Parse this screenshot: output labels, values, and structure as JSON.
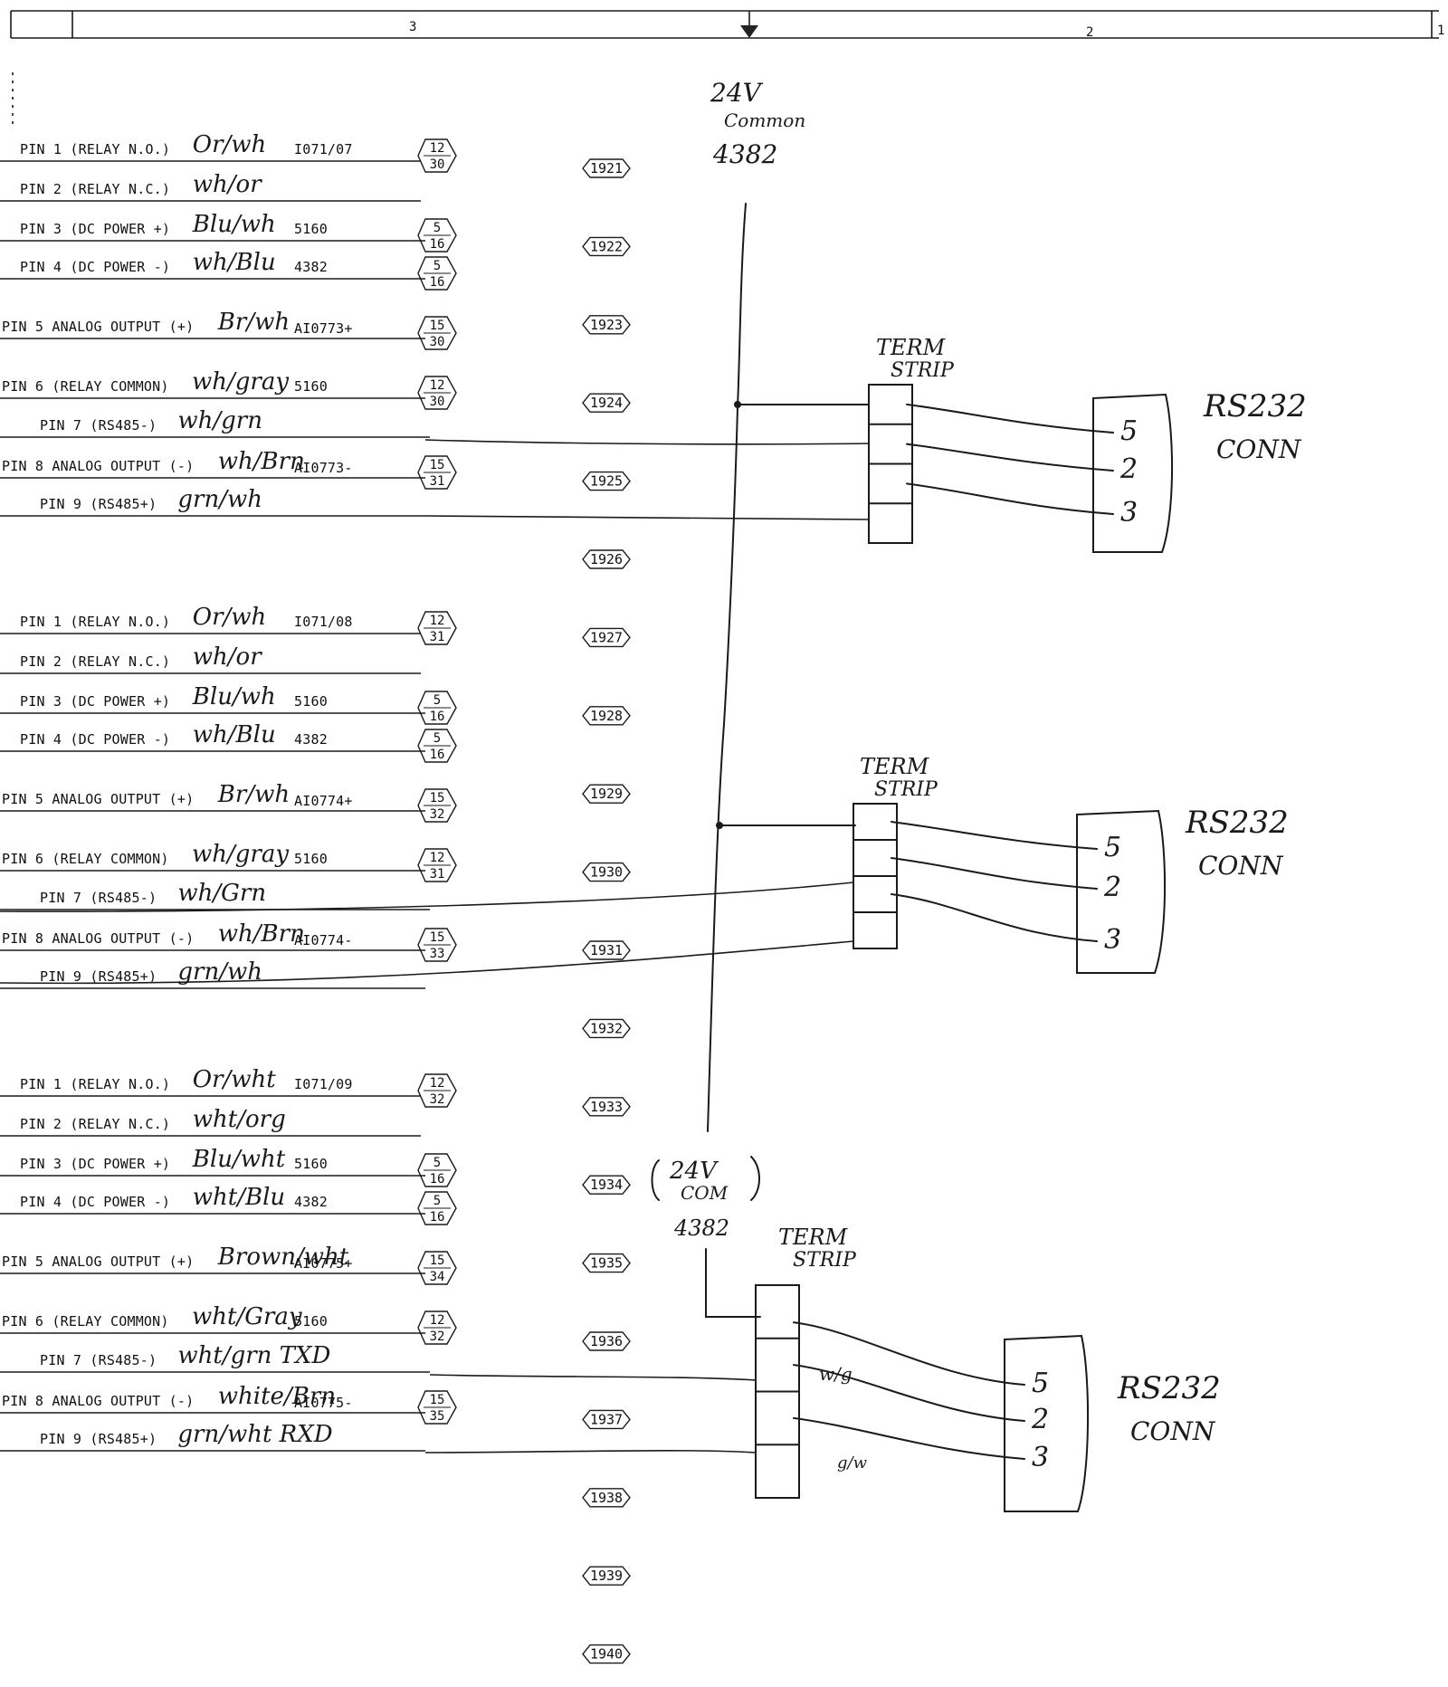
{
  "title_block": {
    "zone_left": "3",
    "zone_right": "2",
    "zone_far": "1"
  },
  "rungs": [
    "1921",
    "1922",
    "1923",
    "1924",
    "1925",
    "1926",
    "1927",
    "1928",
    "1929",
    "1930",
    "1931",
    "1932",
    "1933",
    "1934",
    "1935",
    "1936",
    "1937",
    "1938",
    "1939",
    "1940"
  ],
  "groups": [
    {
      "pins": [
        {
          "label": "PIN 1 (RELAY N.O.)",
          "hand": "Or/wh",
          "tag": "I071/07",
          "ref_top": "12",
          "ref_bot": "30"
        },
        {
          "label": "PIN 2 (RELAY N.C.)",
          "hand": "wh/or",
          "tag": "",
          "ref_top": "",
          "ref_bot": ""
        },
        {
          "label": "PIN 3 (DC POWER +)",
          "hand": "Blu/wh",
          "tag": "5160",
          "ref_top": "5",
          "ref_bot": "16"
        },
        {
          "label": "PIN 4 (DC POWER -)",
          "hand": "wh/Blu",
          "tag": "4382",
          "ref_top": "5",
          "ref_bot": "16"
        },
        {
          "label": "PIN 5 ANALOG OUTPUT (+)",
          "hand": "Br/wh",
          "tag": "AI0773+",
          "ref_top": "15",
          "ref_bot": "30"
        },
        {
          "label": "PIN 6 (RELAY COMMON)",
          "hand": "wh/gray",
          "tag": "5160",
          "ref_top": "12",
          "ref_bot": "30"
        },
        {
          "label": "PIN 7 (RS485-)",
          "hand": "wh/grn",
          "tag": "",
          "ref_top": "",
          "ref_bot": ""
        },
        {
          "label": "PIN 8 ANALOG OUTPUT (-)",
          "hand": "wh/Brn",
          "tag": "AI0773-",
          "ref_top": "15",
          "ref_bot": "31"
        },
        {
          "label": "PIN 9 (RS485+)",
          "hand": "grn/wh",
          "tag": "",
          "ref_top": "",
          "ref_bot": ""
        }
      ]
    },
    {
      "pins": [
        {
          "label": "PIN 1 (RELAY N.O.)",
          "hand": "Or/wh",
          "tag": "I071/08",
          "ref_top": "12",
          "ref_bot": "31"
        },
        {
          "label": "PIN 2 (RELAY N.C.)",
          "hand": "wh/or",
          "tag": "",
          "ref_top": "",
          "ref_bot": ""
        },
        {
          "label": "PIN 3 (DC POWER +)",
          "hand": "Blu/wh",
          "tag": "5160",
          "ref_top": "5",
          "ref_bot": "16"
        },
        {
          "label": "PIN 4 (DC POWER -)",
          "hand": "wh/Blu",
          "tag": "4382",
          "ref_top": "5",
          "ref_bot": "16"
        },
        {
          "label": "PIN 5 ANALOG OUTPUT (+)",
          "hand": "Br/wh",
          "tag": "AI0774+",
          "ref_top": "15",
          "ref_bot": "32"
        },
        {
          "label": "PIN 6 (RELAY COMMON)",
          "hand": "wh/gray",
          "tag": "5160",
          "ref_top": "12",
          "ref_bot": "31"
        },
        {
          "label": "PIN 7 (RS485-)",
          "hand": "wh/Grn",
          "tag": "",
          "ref_top": "",
          "ref_bot": ""
        },
        {
          "label": "PIN 8 ANALOG OUTPUT (-)",
          "hand": "wh/Brn",
          "tag": "AI0774-",
          "ref_top": "15",
          "ref_bot": "33"
        },
        {
          "label": "PIN 9 (RS485+)",
          "hand": "grn/wh",
          "tag": "",
          "ref_top": "",
          "ref_bot": ""
        }
      ]
    },
    {
      "pins": [
        {
          "label": "PIN 1 (RELAY N.O.)",
          "hand": "Or/wht",
          "tag": "I071/09",
          "ref_top": "12",
          "ref_bot": "32"
        },
        {
          "label": "PIN 2 (RELAY N.C.)",
          "hand": "wht/org",
          "tag": "",
          "ref_top": "",
          "ref_bot": ""
        },
        {
          "label": "PIN 3 (DC POWER +)",
          "hand": "Blu/wht",
          "tag": "5160",
          "ref_top": "5",
          "ref_bot": "16"
        },
        {
          "label": "PIN 4 (DC POWER -)",
          "hand": "wht/Blu",
          "tag": "4382",
          "ref_top": "5",
          "ref_bot": "16"
        },
        {
          "label": "PIN 5 ANALOG OUTPUT (+)",
          "hand": "Brown/wht",
          "tag": "AI0775+",
          "ref_top": "15",
          "ref_bot": "34"
        },
        {
          "label": "PIN 6 (RELAY COMMON)",
          "hand": "wht/Gray",
          "tag": "5160",
          "ref_top": "12",
          "ref_bot": "32"
        },
        {
          "label": "PIN 7 (RS485-)",
          "hand": "wht/grn TXD",
          "tag": "",
          "ref_top": "",
          "ref_bot": ""
        },
        {
          "label": "PIN 8 ANALOG OUTPUT (-)",
          "hand": "white/Brn",
          "tag": "AI0775-",
          "ref_top": "15",
          "ref_bot": "35"
        },
        {
          "label": "PIN 9 (RS485+)",
          "hand": "grn/wht RXD",
          "tag": "",
          "ref_top": "",
          "ref_bot": ""
        }
      ]
    }
  ],
  "bus_notes": {
    "top_line1": "24V",
    "top_line2": "Common",
    "top_line3": "4382",
    "low_line1": "24V",
    "low_line2": "COM",
    "low_line3": "4382"
  },
  "term_strips": [
    {
      "line1": "TERM",
      "line2": "STRIP"
    },
    {
      "line1": "TERM",
      "line2": "STRIP"
    },
    {
      "line1": "TERM",
      "line2": "STRIP"
    }
  ],
  "connectors": [
    {
      "line1": "RS232",
      "line2": "CONN",
      "pins": [
        "5",
        "2",
        "3"
      ]
    },
    {
      "line1": "RS232",
      "line2": "CONN",
      "pins": [
        "5",
        "2",
        "3"
      ]
    },
    {
      "line1": "RS232",
      "line2": "CONN",
      "pins": [
        "5",
        "2",
        "3"
      ]
    }
  ],
  "wire_notes": {
    "w1": "w/g",
    "w2": "g/w"
  }
}
